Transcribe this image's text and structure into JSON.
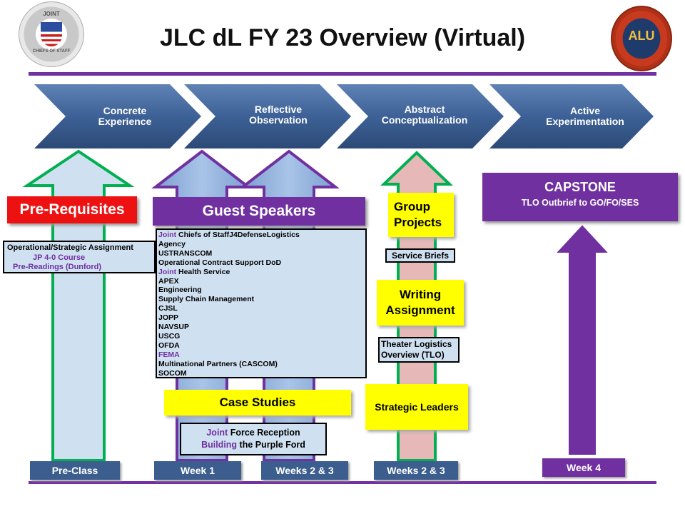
{
  "title": "JLC dL FY 23 Overview (Virtual)",
  "logos": {
    "left": {
      "icon": "joint-chiefs-seal-icon",
      "text_top": "JOINT",
      "text_bottom": "CHIEFS OF STAFF"
    },
    "right": {
      "icon": "alu-seal-icon",
      "letters": "ALU"
    }
  },
  "phases": [
    {
      "line1": "Concrete",
      "line2": "Experience"
    },
    {
      "line1": "Reflective",
      "line2": "Observation"
    },
    {
      "line1": "Abstract",
      "line2": "Conceptualization"
    },
    {
      "line1": "Active",
      "line2": "Experimentation"
    }
  ],
  "prereq": {
    "banner": "Pre-Requisites",
    "line1": "Operational/Strategic Assignment",
    "line2": "JP 4-0 Course",
    "line3": "Pre-Readings (Dunford)"
  },
  "guest": {
    "banner": "Guest Speakers",
    "list": [
      {
        "prefix": "Joint",
        "text": " Chiefs of StaffJ4DefenseLogistics"
      },
      {
        "prefix": "",
        "text": "Agency"
      },
      {
        "prefix": "",
        "text": "USTRANSCOM"
      },
      {
        "prefix": "",
        "text": "Operational Contract Support DoD"
      },
      {
        "prefix": "Joint",
        "text": " Health Service"
      },
      {
        "prefix": "",
        "text": "APEX"
      },
      {
        "prefix": "",
        "text": "Engineering"
      },
      {
        "prefix": "",
        "text": "Supply Chain Management"
      },
      {
        "prefix": "",
        "text": "CJSL"
      },
      {
        "prefix": "",
        "text": "JOPP"
      },
      {
        "prefix": "",
        "text": "NAVSUP"
      },
      {
        "prefix": "",
        "text": "USCG"
      },
      {
        "prefix": "",
        "text": "OFDA"
      },
      {
        "prefix": "FEMA",
        "text": ""
      },
      {
        "prefix": "",
        "text": "Multinational Partners (CASCOM)"
      },
      {
        "prefix": "",
        "text": "SOCOM"
      }
    ]
  },
  "case": {
    "banner": "Case Studies",
    "line1_prefix": "Joint",
    "line1_rest": " Force Reception",
    "line2_prefix": "Building",
    "line2_rest": " the Purple Ford"
  },
  "group": {
    "banner_l1": "Group",
    "banner_l2": "Projects",
    "service_briefs": "Service Briefs",
    "writing_l1": "Writing",
    "writing_l2": "Assignment",
    "tlo_l1": "Theater Logistics",
    "tlo_l2": "Overview (TLO)",
    "strategic": "Strategic Leaders"
  },
  "capstone": {
    "title": "CAPSTONE",
    "subtitle": "TLO Outbrief to GO/FO/SES"
  },
  "weeks": {
    "pre": "Pre-Class",
    "w1": "Week 1",
    "w23a": "Weeks 2 & 3",
    "w23b": "Weeks 2 & 3",
    "w4": "Week 4"
  },
  "colors": {
    "accent_purple": "#7030a0",
    "chevron_blue": "#3c5e8f",
    "banner_red": "#ee1111",
    "highlight_yellow": "#ffff00",
    "arrow_green": "#00b050"
  }
}
